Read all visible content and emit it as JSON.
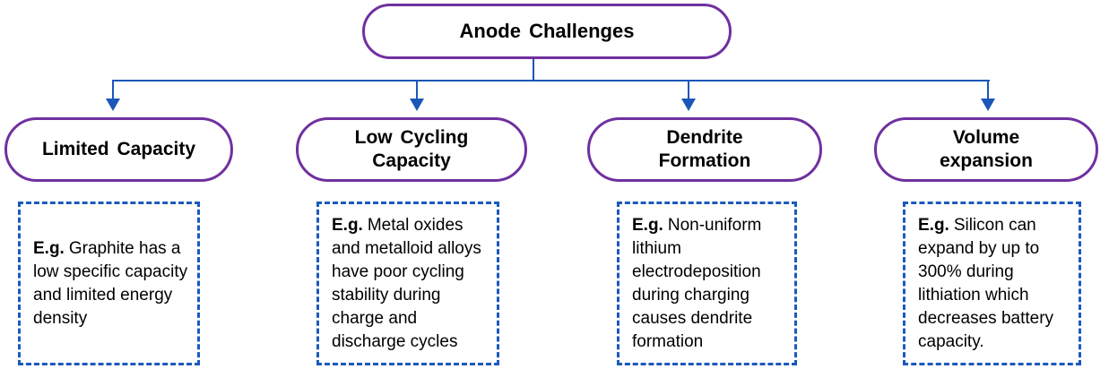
{
  "diagram": {
    "title": "Anode Challenges",
    "branches": [
      {
        "title": "Limited Capacity",
        "example_label": "E.g.",
        "example_text": "Graphite has a low specific capacity and limited energy density"
      },
      {
        "title": "Low Cycling Capacity",
        "example_label": "E.g.",
        "example_text": "Metal oxides and metalloid alloys have poor cycling stability during charge and discharge cycles"
      },
      {
        "title": "Dendrite Formation",
        "example_label": "E.g.",
        "example_text": "Non-uniform lithium electrodeposition during charging causes dendrite formation"
      },
      {
        "title": "Volume expansion",
        "example_label": "E.g.",
        "example_text": "Silicon can expand by up to 300% during lithiation which decreases battery capacity."
      }
    ],
    "colors": {
      "node_border": "#7030A0",
      "node_fill": "#FFFFFF",
      "connector": "#1B57B8",
      "dashed_border": "#1A5ABD",
      "text": "#000000",
      "background": "#FFFFFF"
    }
  }
}
